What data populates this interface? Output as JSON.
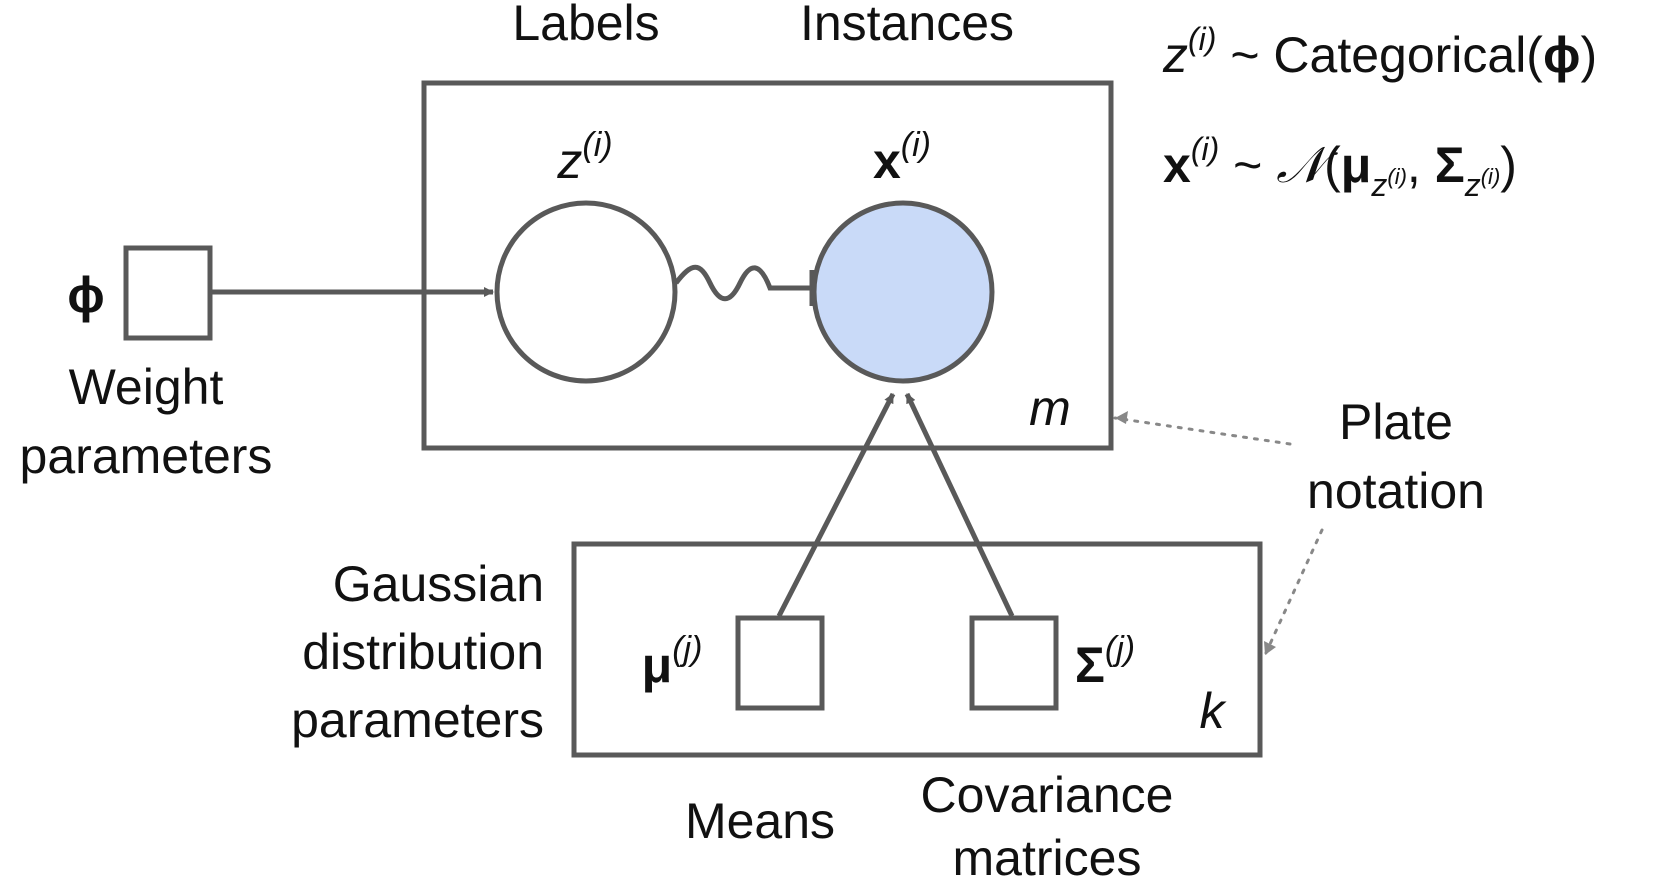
{
  "labels": {
    "labels_header": "Labels",
    "instances_header": "Instances",
    "weight_line1": "Weight",
    "weight_line2": "parameters",
    "gauss_line1": "Gaussian",
    "gauss_line2": "distribution",
    "gauss_line3": "parameters",
    "means": "Means",
    "cov_line1": "Covariance",
    "cov_line2": "matrices",
    "plate_line1": "Plate",
    "plate_line2": "notation"
  },
  "nodes": {
    "phi": "ϕ",
    "z_base": "z",
    "z_sup": "(i)",
    "x_base": "x",
    "x_sup": "(i)",
    "mu_base": "μ",
    "mu_sup": "(j)",
    "sigma_base": "Σ",
    "sigma_sup": "(j)"
  },
  "plates": {
    "outer": "m",
    "inner": "k"
  },
  "equations": {
    "eq1_z": "z",
    "eq1_sup": "(i)",
    "eq1_mid": " ~ Categorical(",
    "eq1_phi": "ϕ",
    "eq1_close": ")",
    "eq2_x": "x",
    "eq2_sup": "(i)",
    "eq2_tilde": " ~ ",
    "eq2_N": "𝒩",
    "eq2_open": "(",
    "eq2_mu": "μ",
    "eq2_sub1": "z",
    "eq2_sub1_sup": "(i)",
    "eq2_comma": ", ",
    "eq2_sigma": "Σ",
    "eq2_sub2": "z",
    "eq2_sub2_sup": "(i)",
    "eq2_close": ")"
  },
  "colors": {
    "observed_node_fill": "#c9daf8",
    "stroke": "#595959"
  }
}
